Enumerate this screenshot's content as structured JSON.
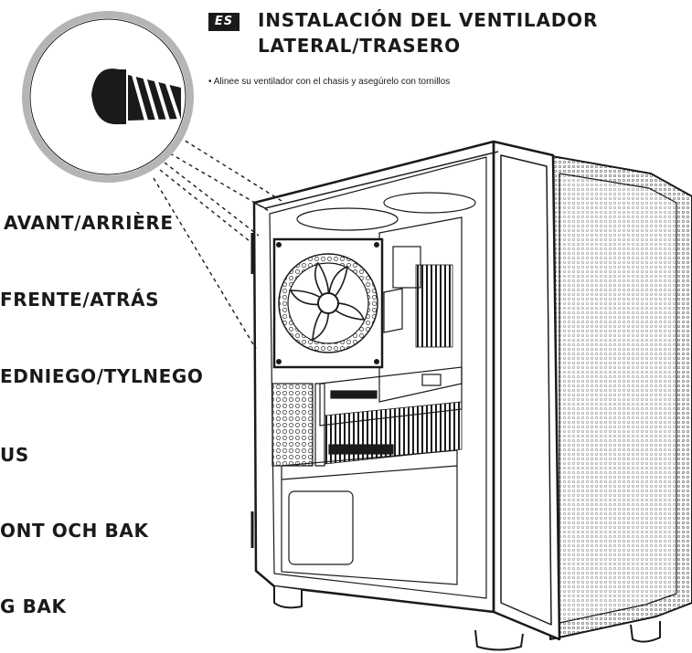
{
  "header": {
    "lang_code": "ES",
    "title_line1": "INSTALACIÓN DEL VENTILADOR",
    "title_line2": "LATERAL/TRASERO",
    "instruction": "• Alinee su ventilador con el chasis y asegúrelo con tornillos"
  },
  "left_titles": [
    "AVANT/ARRIÈRE",
    "FRENTE/ATRÁS",
    "EDNIEGO/TYLNEGO",
    "US",
    "ONT OCH BAK",
    "G BAK"
  ],
  "icons": {
    "screw": "screw-icon",
    "fan": "fan-icon"
  },
  "colors": {
    "ink": "#1a1a1a",
    "badge_bg": "#1a1a1a",
    "magnifier_ring": "#b5b5b5"
  }
}
